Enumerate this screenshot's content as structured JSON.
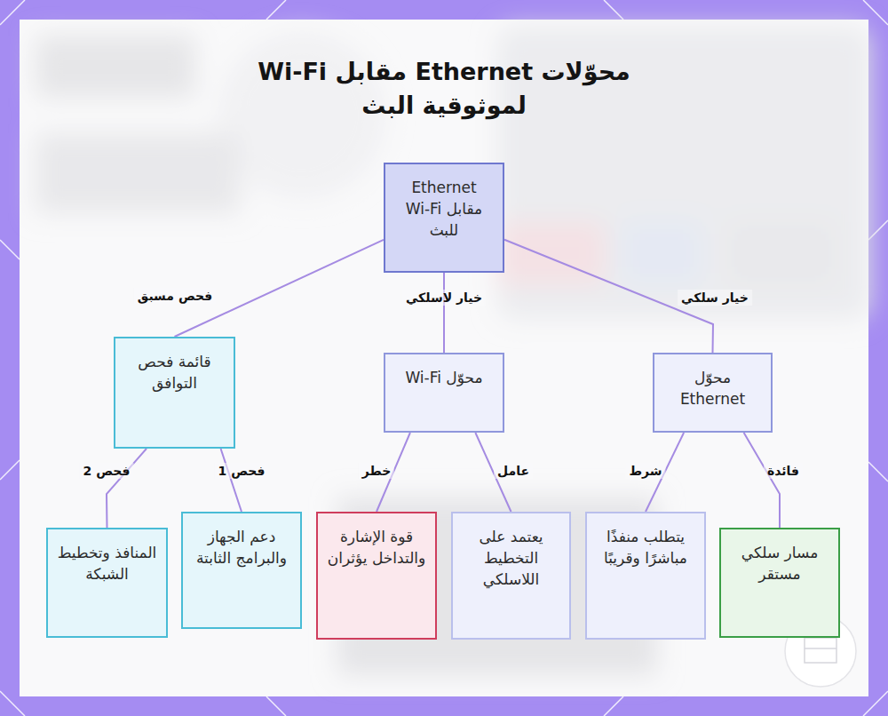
{
  "diagram": {
    "title": "محوّلات Ethernet مقابل Wi-Fi لموثوقية البث",
    "nodes": [
      {
        "text": [
          "Ethernet مقابل Wi-Fi للبث"
        ]
      },
      {
        "text": [
          "محوّل Ethernet"
        ]
      },
      {
        "text": [
          "محوّل Wi-Fi"
        ]
      },
      {
        "text": [
          "قائمة فحص التوافق"
        ]
      },
      {
        "text": [
          "مسار سلكي مستقر"
        ]
      },
      {
        "text": [
          "يتطلب منفذًا مباشرًا وقريبًا"
        ]
      },
      {
        "text": [
          "يعتمد على التخطيط اللاسلكي"
        ]
      },
      {
        "text": [
          "قوة الإشارة والتداخل يؤثران"
        ]
      },
      {
        "text": [
          "دعم الجهاز والبرامج الثابتة"
        ]
      },
      {
        "text": [
          "المنافذ وتخطيط الشبكة"
        ]
      }
    ],
    "edges": [
      {
        "from": 0,
        "to": 1,
        "arrow": "none",
        "label": "خيار سلكي"
      },
      {
        "from": 0,
        "to": 2,
        "arrow": "none",
        "label": "خيار لاسلكي"
      },
      {
        "from": 0,
        "to": 3,
        "arrow": "none",
        "label": "فحص مسبق"
      },
      {
        "from": 1,
        "to": 4,
        "arrow": "none",
        "label": "فائدة"
      },
      {
        "from": 1,
        "to": 5,
        "arrow": "none",
        "label": "شرط"
      },
      {
        "from": 2,
        "to": 6,
        "arrow": "none",
        "label": "عامل"
      },
      {
        "from": 2,
        "to": 7,
        "arrow": "none",
        "label": "خطر"
      },
      {
        "from": 3,
        "to": 8,
        "arrow": "none",
        "label": "فحص 1"
      },
      {
        "from": 3,
        "to": 9,
        "arrow": "none",
        "label": "فحص 2"
      }
    ]
  }
}
